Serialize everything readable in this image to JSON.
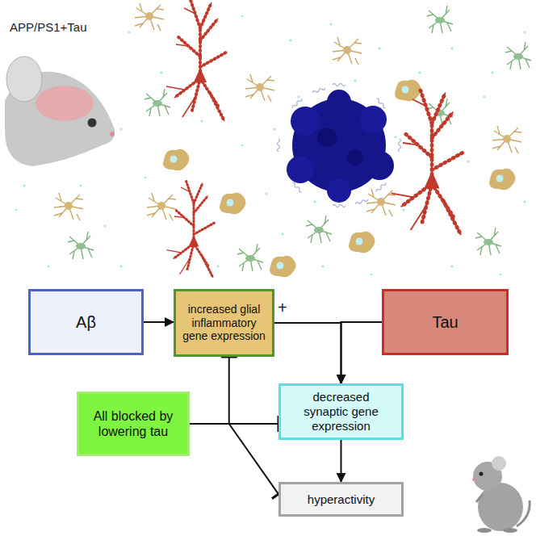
{
  "diagram": {
    "nodes": [
      {
        "text": [
          "Aβ"
        ]
      },
      {
        "text": [
          "increased glial inflammatory gene expression"
        ]
      },
      {
        "text": [
          "Tau"
        ]
      },
      {
        "text": [
          "All blocked by lowering tau"
        ]
      },
      {
        "text": [
          "decreased synaptic gene expression"
        ]
      },
      {
        "text": [
          "hyperactivity"
        ]
      }
    ],
    "edges": [
      {
        "from": 0,
        "to": 1,
        "arrow": "to"
      },
      {
        "from": 1,
        "to": 4,
        "arrow": "to"
      },
      {
        "from": 2,
        "to": 4,
        "arrow": "to"
      },
      {
        "from": 4,
        "to": 5,
        "arrow": "to"
      },
      {
        "from": 3,
        "to": 1,
        "arrow": "to"
      },
      {
        "from": 3,
        "to": 4,
        "arrow": "to"
      },
      {
        "from": 3,
        "to": 5,
        "arrow": "to"
      }
    ],
    "labels": [
      "APP/PS1+Tau",
      "+"
    ]
  }
}
